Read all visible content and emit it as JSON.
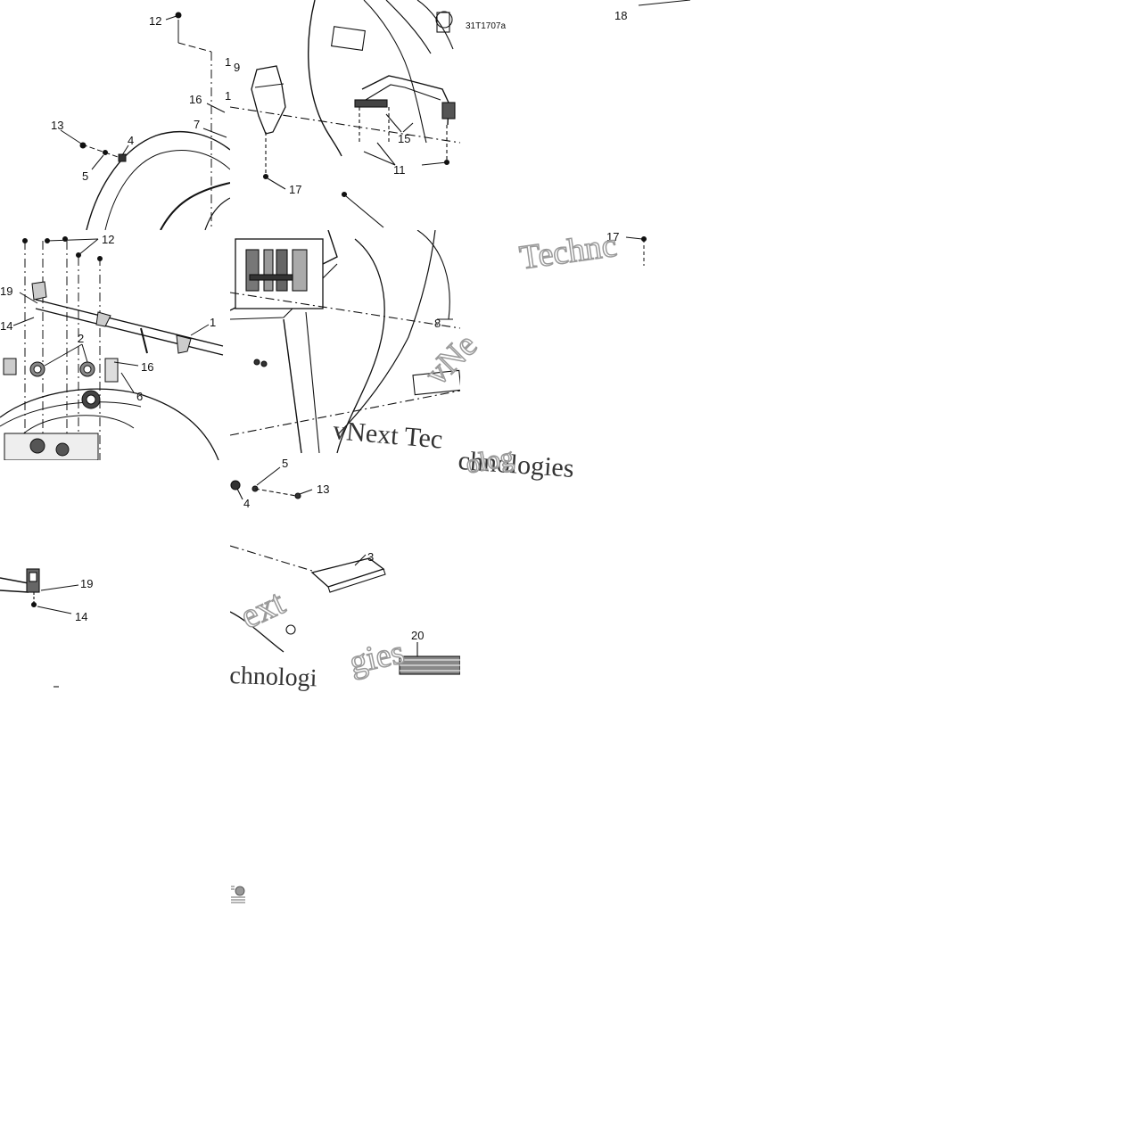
{
  "diagram": {
    "drawing_code": "31T1707a",
    "callouts": {
      "t1": [
        "12",
        "1",
        "9",
        "16",
        "1",
        "7",
        "13",
        "4",
        "5",
        "17"
      ],
      "t2": [
        "15",
        "11",
        "18"
      ],
      "t3": [
        "12",
        "19",
        "14",
        "2",
        "1",
        "16",
        "6"
      ],
      "t4": [
        "8"
      ],
      "t5": [
        "17"
      ],
      "t6": [
        "5",
        "13",
        "4",
        "3",
        "20"
      ],
      "t7": [
        "19",
        "14"
      ]
    },
    "watermarks": {
      "w1": "vNext Tec",
      "w2": "chnologies",
      "w3": "Technc",
      "w4": "ext",
      "w5": "chnologi",
      "w6": "gies",
      "w7": "vNe",
      "w8": "olog"
    }
  }
}
